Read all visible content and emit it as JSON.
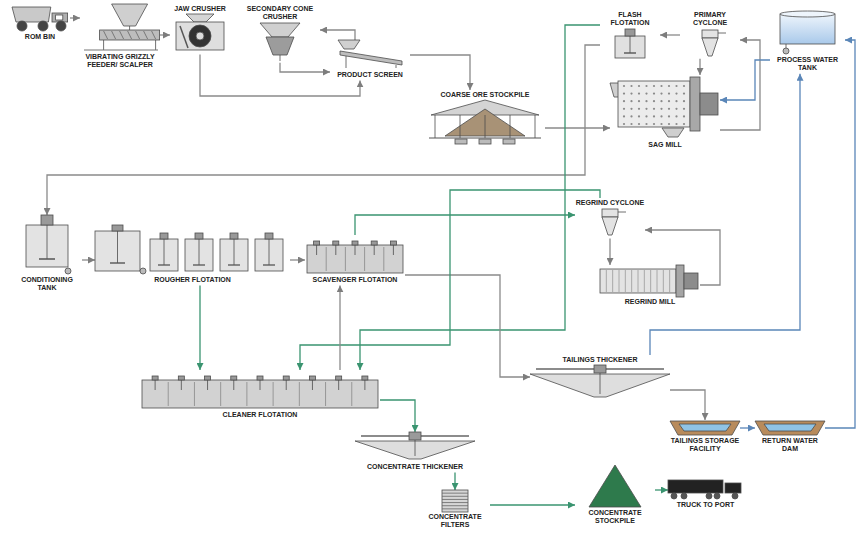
{
  "diagram": {
    "nodes": [
      {
        "text": [
          "ROM BIN"
        ]
      },
      {
        "text": [
          "VIBRATING GRIZZLY FEEDER/ SCALPER"
        ]
      },
      {
        "text": [
          "JAW CRUSHER"
        ]
      },
      {
        "text": [
          "SECONDARY CONE CRUSHER"
        ]
      },
      {
        "text": [
          "PRODUCT SCREEN"
        ]
      },
      {
        "text": [
          "COARSE ORE STOCKPILE"
        ]
      },
      {
        "text": [
          "FLASH FLOTATION"
        ]
      },
      {
        "text": [
          "PRIMARY CYCLONE"
        ]
      },
      {
        "text": [
          "SAG MILL"
        ]
      },
      {
        "text": [
          "PROCESS WATER TANK"
        ]
      },
      {
        "text": [
          "CONDITIONING TANK"
        ]
      },
      {
        "text": [
          "ROUGHER FLOTATION"
        ]
      },
      {
        "text": [
          "SCAVENGER FLOTATION"
        ]
      },
      {
        "text": [
          "REGRIND CYCLONE"
        ]
      },
      {
        "text": [
          "REGRIND MILL"
        ]
      },
      {
        "text": [
          "TAILINGS THICKENER"
        ]
      },
      {
        "text": [
          "CLEANER FLOTATION"
        ]
      },
      {
        "text": [
          "CONCENTRATE THICKENER"
        ]
      },
      {
        "text": [
          "CONCENTRATE FILTERS"
        ]
      },
      {
        "text": [
          "CONCENTRATE STOCKPILE"
        ]
      },
      {
        "text": [
          "TRUCK TO PORT"
        ]
      },
      {
        "text": [
          "TAILINGS STORAGE FACILITY"
        ]
      },
      {
        "text": [
          "RETURN WATER DAM"
        ]
      }
    ],
    "edges": [
      {
        "from": 0,
        "to": 1,
        "arrow": "to"
      },
      {
        "from": 1,
        "to": 2,
        "arrow": "to"
      },
      {
        "from": 2,
        "to": 4,
        "arrow": "to"
      },
      {
        "from": 4,
        "to": 3,
        "arrow": "to"
      },
      {
        "from": 3,
        "to": 4,
        "arrow": "to"
      },
      {
        "from": 4,
        "to": 5,
        "arrow": "to"
      },
      {
        "from": 5,
        "to": 8,
        "arrow": "to"
      },
      {
        "from": 8,
        "to": 7,
        "arrow": "to"
      },
      {
        "from": 7,
        "to": 6,
        "arrow": "to"
      },
      {
        "from": 7,
        "to": 8,
        "arrow": "to"
      },
      {
        "from": 9,
        "to": 8,
        "arrow": "to"
      },
      {
        "from": 6,
        "to": 10,
        "arrow": "to"
      },
      {
        "from": 6,
        "to": 16,
        "arrow": "to"
      },
      {
        "from": 10,
        "to": 11,
        "arrow": "to"
      },
      {
        "from": 11,
        "to": 12,
        "arrow": "to"
      },
      {
        "from": 11,
        "to": 16,
        "arrow": "to"
      },
      {
        "from": 12,
        "to": 13,
        "arrow": "to"
      },
      {
        "from": 12,
        "to": 15,
        "arrow": "to"
      },
      {
        "from": 13,
        "to": 14,
        "arrow": "to"
      },
      {
        "from": 14,
        "to": 13,
        "arrow": "to"
      },
      {
        "from": 13,
        "to": 16,
        "arrow": "to"
      },
      {
        "from": 16,
        "to": 17,
        "arrow": "to"
      },
      {
        "from": 16,
        "to": 12,
        "arrow": "to"
      },
      {
        "from": 15,
        "to": 21,
        "arrow": "to"
      },
      {
        "from": 21,
        "to": 22,
        "arrow": "to"
      },
      {
        "from": 22,
        "to": 9,
        "arrow": "to"
      },
      {
        "from": 15,
        "to": 9,
        "arrow": "to"
      },
      {
        "from": 17,
        "to": 18,
        "arrow": "to"
      },
      {
        "from": 18,
        "to": 19,
        "arrow": "to"
      },
      {
        "from": 19,
        "to": 20,
        "arrow": "to"
      }
    ]
  }
}
